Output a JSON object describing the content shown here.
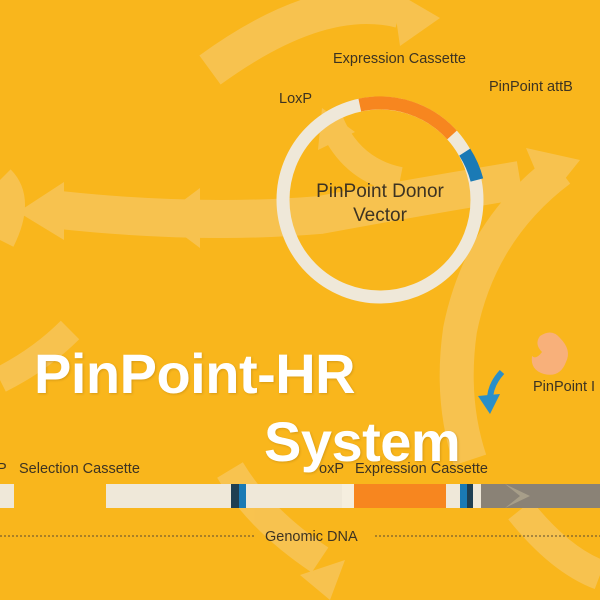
{
  "colors": {
    "background": "#f9b61c",
    "plasmid_ring": "#efe8d9",
    "expression_cassette": "#f7861f",
    "attb": "#1a7ab5",
    "text": "#3d3322",
    "arrow_overlay": "#f7cd7a",
    "enzyme": "#f8b07a",
    "pointer_arrow": "#2a8fc8",
    "genomic_gray": "#8a8276",
    "dark_band": "#1f3f52"
  },
  "donor_vector": {
    "name": "PinPoint Donor Vector",
    "name_line1": "PinPoint Donor",
    "name_line2": "Vector",
    "labels": {
      "expression_cassette": "Expression Cassette",
      "loxp": "LoxP",
      "attb": "PinPoint attB"
    }
  },
  "integrase_label": "PinPoint I",
  "title": {
    "line1": "PinPoint-HR",
    "line2": "System"
  },
  "genomic_track": {
    "selection_cassette": "Selection Cassette",
    "selection_prefix": "P",
    "loxp_partial": "oxP",
    "expression_cassette": "Expression Cassette",
    "genomic_dna": "Genomic DNA"
  }
}
